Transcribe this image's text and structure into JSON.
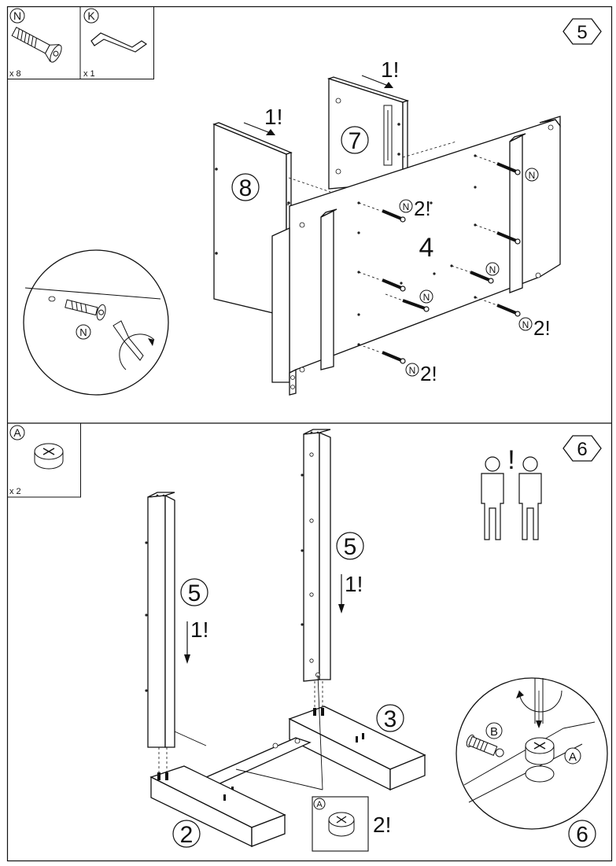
{
  "step5": {
    "number": "5",
    "parts": [
      {
        "letter": "N",
        "qty": "x 8",
        "icon": "bolt-icon"
      },
      {
        "letter": "K",
        "qty": "x 1",
        "icon": "allen-key-icon"
      }
    ],
    "panel_labels": [
      "8",
      "7",
      "4"
    ],
    "callouts": {
      "arrow_8": "1!",
      "arrow_7": "1!",
      "n2_top": "2!",
      "n2_mid": "2!",
      "n2_bottom": "2!"
    },
    "bolt_letter": "N",
    "detail_letter": "N"
  },
  "step6": {
    "number": "6",
    "parts": [
      {
        "letter": "A",
        "qty": "x 2",
        "icon": "cam-lock-icon"
      }
    ],
    "panel_labels": [
      "5",
      "5",
      "3",
      "2"
    ],
    "callouts": {
      "left_leg": "1!",
      "right_leg": "1!",
      "cam_count": "2!",
      "two_person": "!"
    },
    "cam_letter": "A",
    "detail": {
      "b_letter": "B",
      "a_letter": "A",
      "number": "6"
    }
  },
  "colors": {
    "line": "#111111",
    "paper": "#ffffff",
    "shade": "#dddddd"
  }
}
